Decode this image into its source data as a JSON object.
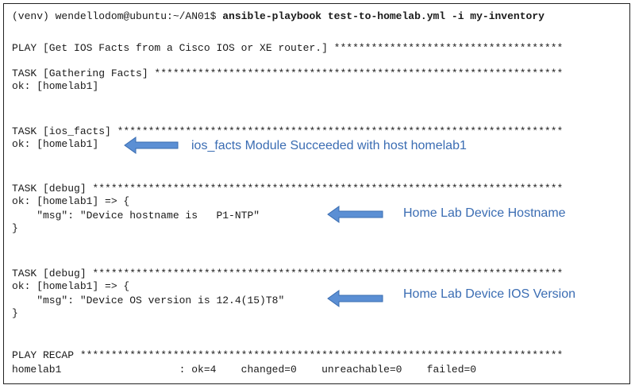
{
  "terminal": {
    "prompt": "(venv) wendellodom@ubuntu:~/AN01$ ",
    "command": "ansible-playbook test-to-homelab.yml -i my-inventory",
    "play_header": "PLAY [Get IOS Facts from a Cisco IOS or XE router.] *************************************",
    "task_gathering": "TASK [Gathering Facts] ******************************************************************",
    "ok_gathering": "ok: [homelab1]",
    "task_ios_facts": "TASK [ios_facts] ************************************************************************",
    "ok_ios_facts": "ok: [homelab1]",
    "task_debug_1": "TASK [debug] ****************************************************************************",
    "ok_debug_1": "ok: [homelab1] => {",
    "msg_debug_1": "    \"msg\": \"Device hostname is   P1-NTP\"",
    "close_debug_1": "}",
    "task_debug_2": "TASK [debug] ****************************************************************************",
    "ok_debug_2": "ok: [homelab1] => {",
    "msg_debug_2": "    \"msg\": \"Device OS version is 12.4(15)T8\"",
    "close_debug_2": "}",
    "play_recap": "PLAY RECAP ******************************************************************************",
    "recap_line": "homelab1                   : ok=4    changed=0    unreachable=0    failed=0"
  },
  "annotations": {
    "ios_facts": "ios_facts Module Succeeded with host homelab1",
    "hostname": "Home Lab Device Hostname",
    "ios_version": "Home Lab Device IOS Version"
  },
  "colors": {
    "annotation_text": "#3b6db3",
    "arrow_fill": "#5b8fd4",
    "arrow_stroke": "#3a6cb0"
  },
  "icons": [
    "left-arrow-icon"
  ]
}
